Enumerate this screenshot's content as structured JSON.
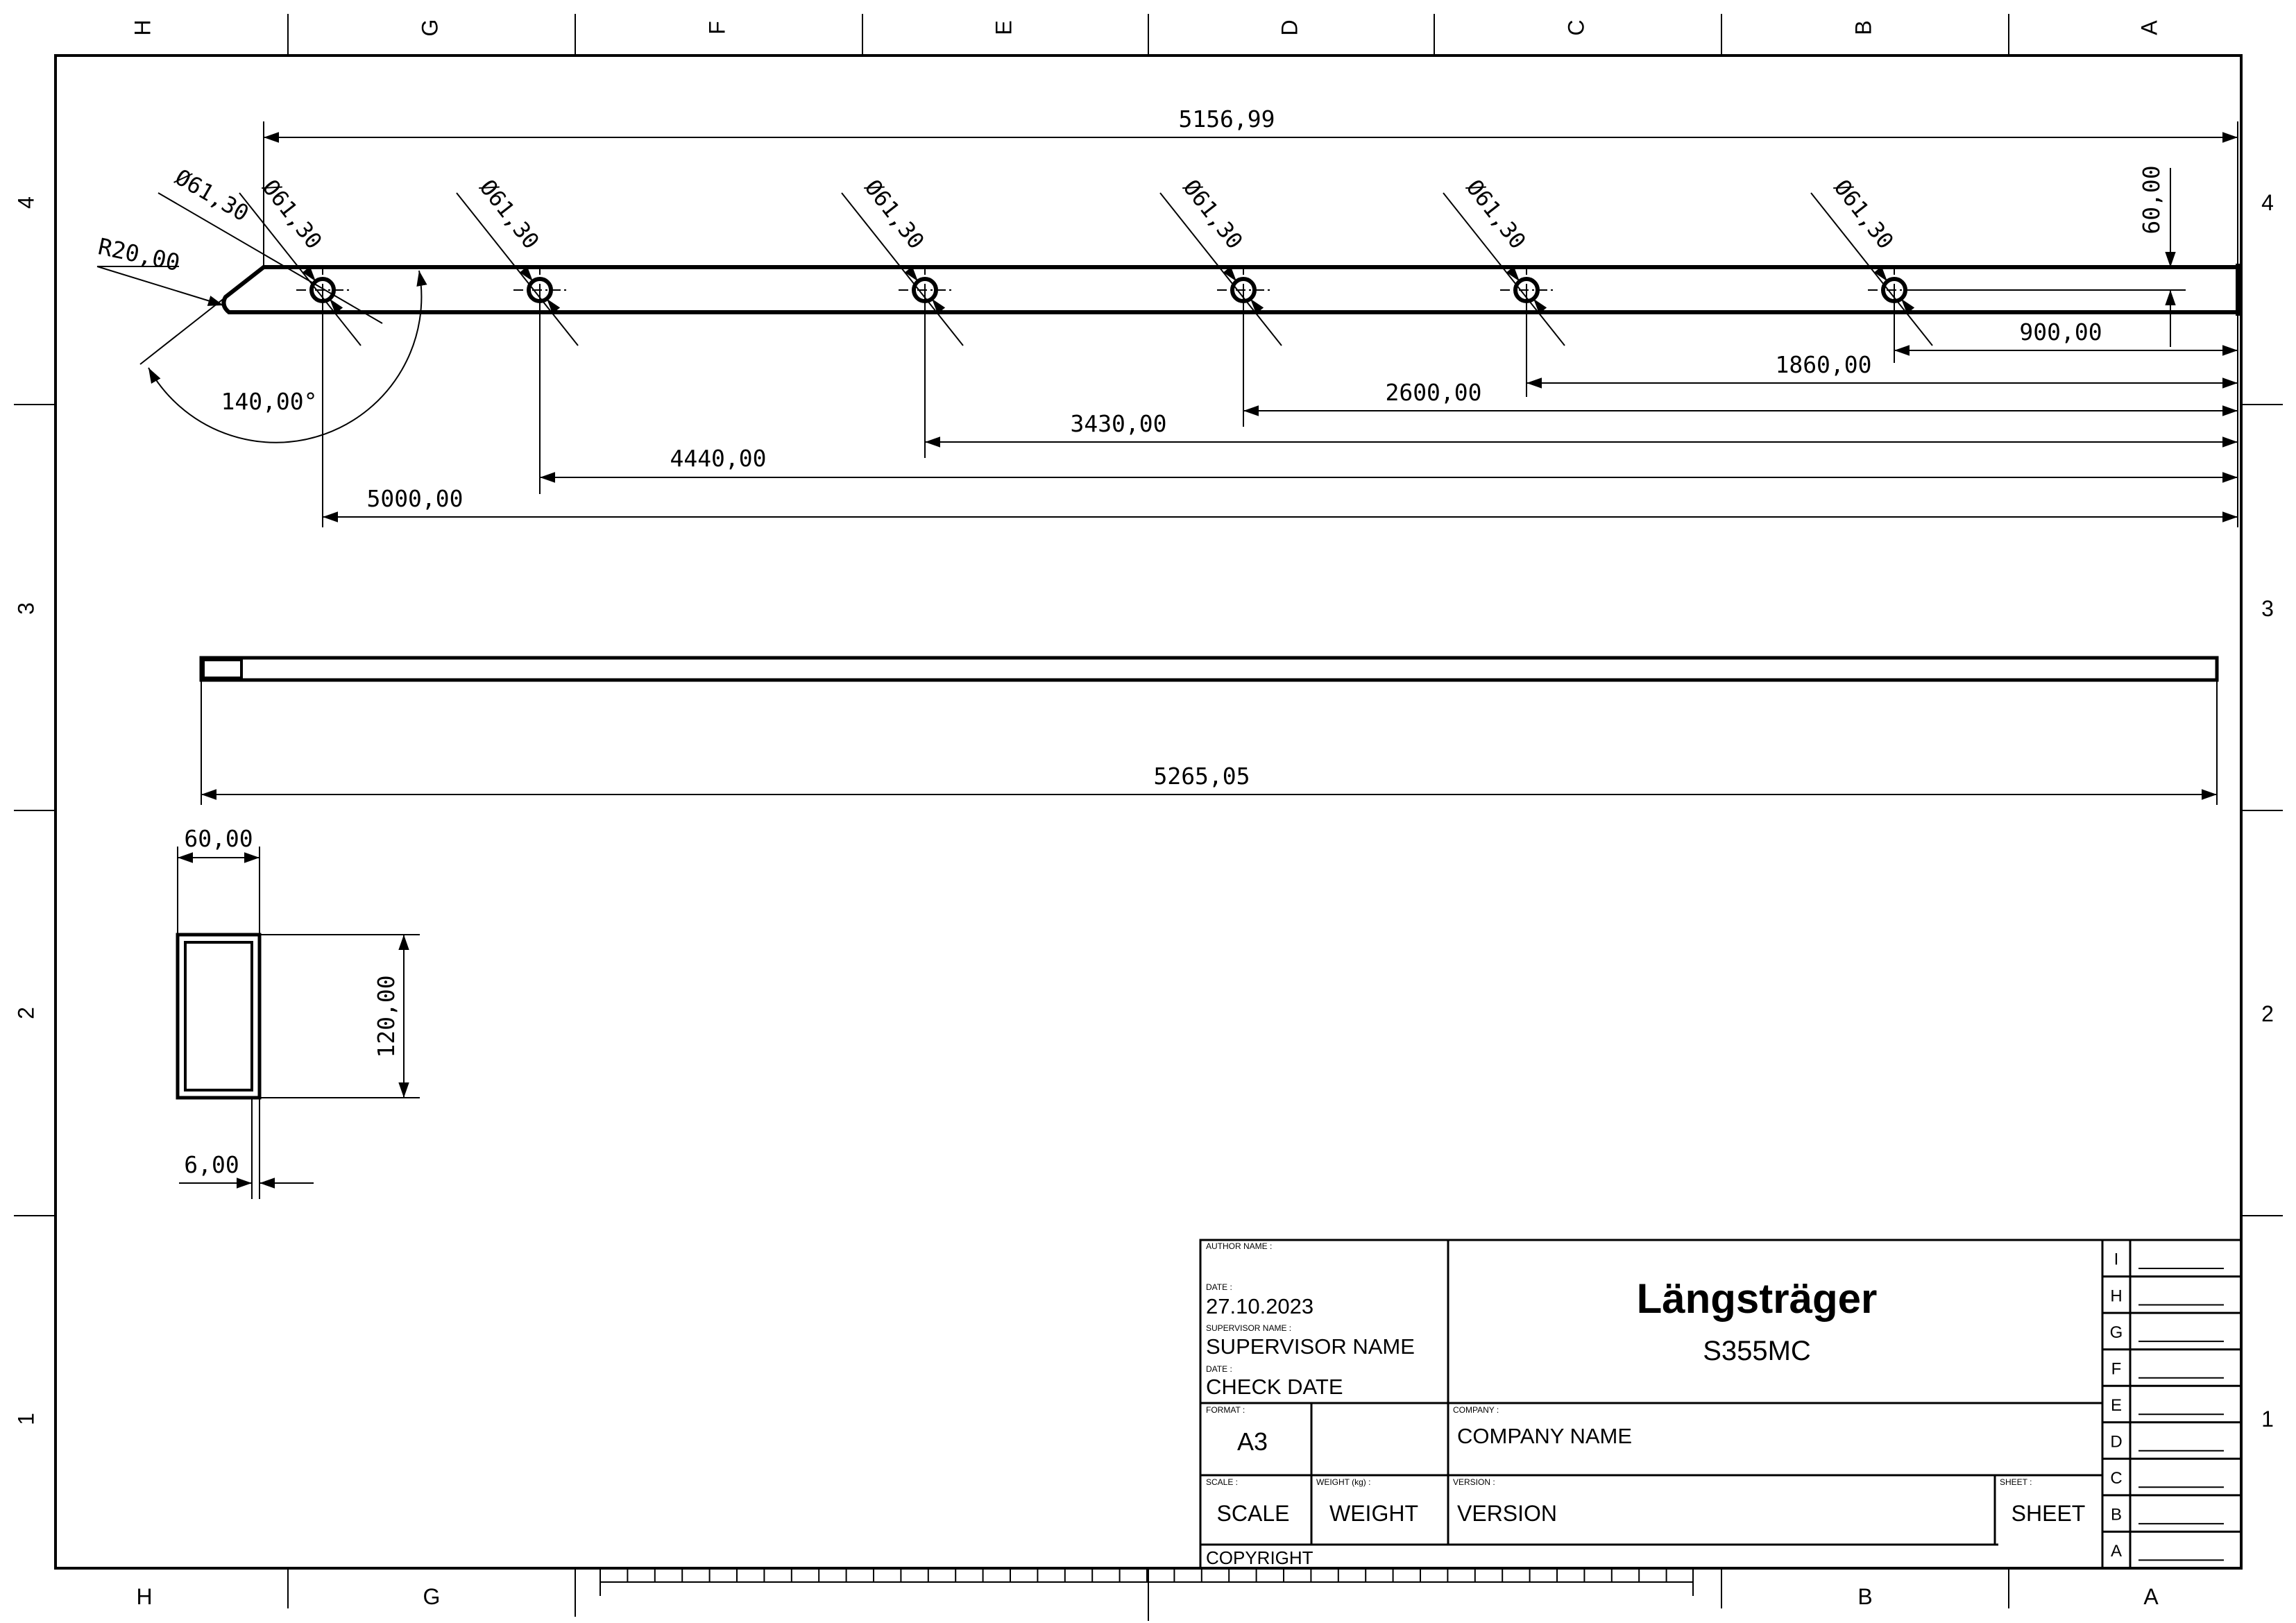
{
  "zone_columns": [
    "H",
    "G",
    "F",
    "E",
    "D",
    "C",
    "B",
    "A"
  ],
  "zone_rows": [
    "4",
    "3",
    "2",
    "1"
  ],
  "dimensions": {
    "overall_length_top": "5156,99",
    "hole_positions": [
      "900,00",
      "1860,00",
      "2600,00",
      "3430,00",
      "4440,00",
      "5000,00"
    ],
    "hole_diameter": "Ø61,30",
    "hole_offset": "60,00",
    "corner_radius": "R20,00",
    "angle": "140,00°",
    "profile_length": "5265,05",
    "section_width": "60,00",
    "section_height": "120,00",
    "wall_thickness": "6,00"
  },
  "title_block": {
    "author_label": "AUTHOR NAME :",
    "date_label": "DATE :",
    "date_value": "27.10.2023",
    "supervisor_label": "SUPERVISOR NAME :",
    "supervisor_value": "SUPERVISOR NAME",
    "check_date_label": "DATE :",
    "check_date_value": "CHECK DATE",
    "title": "Längsträger",
    "material": "S355MC",
    "format_label": "FORMAT :",
    "format_value": "A3",
    "company_label": "COMPANY :",
    "company_value": "COMPANY NAME",
    "scale_label": "SCALE :",
    "scale_value": "SCALE",
    "weight_label": "WEIGHT (kg) :",
    "weight_value": "WEIGHT",
    "version_label": "VERSION :",
    "version_value": "VERSION",
    "sheet_label": "SHEET :",
    "sheet_value": "SHEET",
    "copyright": "COPYRIGHT",
    "revisions": [
      "I",
      "H",
      "G",
      "F",
      "E",
      "D",
      "C",
      "B",
      "A"
    ]
  }
}
